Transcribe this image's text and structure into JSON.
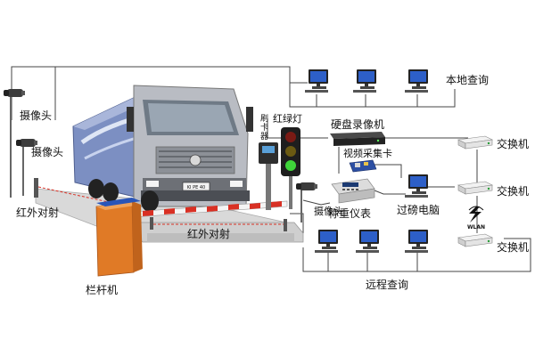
{
  "labels": {
    "camera_1": "摄像头",
    "camera_2": "摄像头",
    "camera_3": "摄像头",
    "infrared_left": "红外对射",
    "infrared_center": "红外对射",
    "barrier_gate": "栏杆机",
    "card_reader": "刷卡器",
    "traffic_light": "红绿灯",
    "dvr": "硬盘录像机",
    "video_capture_card": "视频采集卡",
    "weighing_instrument": "称重仪表",
    "weighing_pc": "过磅电脑",
    "local_query": "本地查询",
    "remote_query": "远程查询",
    "switch_1": "交换机",
    "switch_2": "交换机",
    "switch_3": "交换机",
    "wlan": "WLAN",
    "plate_text": "KI PE 40"
  },
  "colors": {
    "cab": "#b9bcc3",
    "trailer": "#7c8fc2",
    "barrier_post": "#e07a26",
    "barrier_top": "#2a55b8",
    "arm_red": "#d93024",
    "light_green": "#3fd43a",
    "monitor": "#2d5fc8",
    "line": "#444444"
  }
}
